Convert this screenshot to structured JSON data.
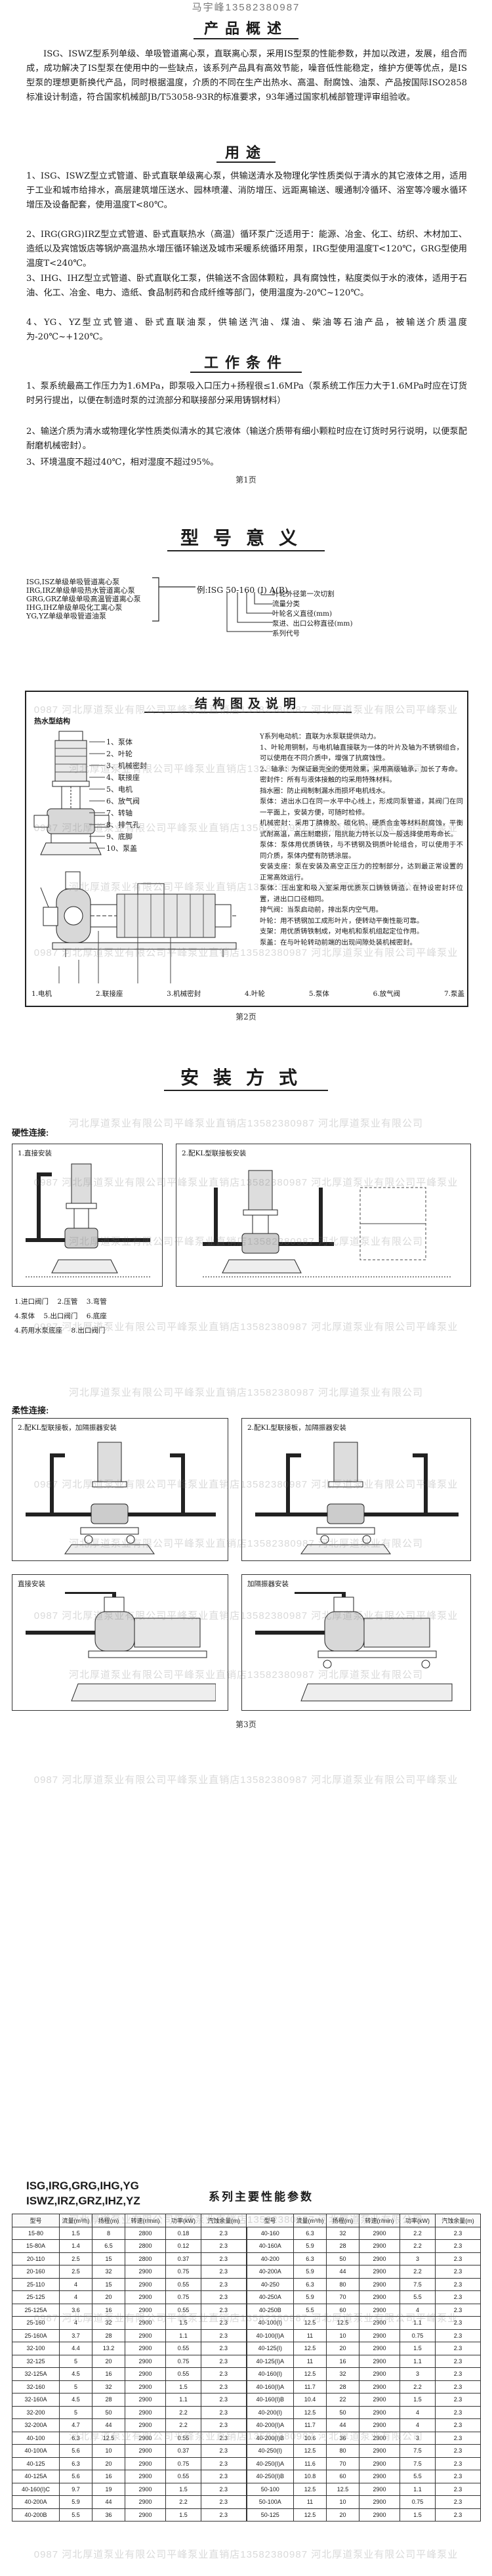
{
  "header_watermark": "马宇峰13582380987",
  "overview": {
    "title": "产品概述",
    "paragraph": "ISG、ISWZ型系列单级、单吸管道离心泵，直联离心泵，采用IS型泵的性能参数，并加以改进，发展，组合而成，成功解决了IS型泵在使用中的一些缺点，该系列产品具有高效节能，噪音低性能稳定，维护方便等优点，是IS型泵的理想更新换代产品，同时根据温度，介质的不同在生产出热水、高温、耐腐蚀、油泵、产品按国际ISO2858标准设计制造，符合国家机械部JB/T53058-93R的标准要求，93年通过国家机械部管理评审组验收。"
  },
  "usage": {
    "title": "用途",
    "items": [
      "1、ISG、ISWZ型立式管道、卧式直联单级离心泵，供输送清水及物理化学性质类似于清水的其它液体之用，适用于工业和城市给排水，高层建筑增压送水、园林喷灌、消防增压、远距离输送、暖通制冷循环、浴室等冷暖水循环增压及设备配套，使用温度T<80℃。",
      "2、IRG(GRG)IRZ型立式管道、卧式直联热水（高温）循环泵广泛适用于：能源、冶金、化工、纺织、木材加工、造纸以及宾馆饭店等锅炉高温热水增压循环输送及城市采暖系统循环用泵，IRG型使用温度T<120℃，GRG型使用温度T<240℃。",
      "3、IHG、IHZ型立式管道、卧式直联化工泵，供输送不含固体颗粒，具有腐蚀性，粘度类似于水的液体，适用于石油、化工、冶金、电力、造纸、食品制药和合成纤维等部门，使用温度为-20℃~120℃。",
      "4、YG、YZ型立式管道、卧式直联油泵，供输送汽油、煤油、柴油等石油产品，被输送介质温度为-20℃~+120℃。"
    ]
  },
  "conditions": {
    "title": "工作条件",
    "items": [
      "1、泵系统最高工作压力为1.6MPa，即泵吸入口压力+扬程很≤1.6MPa（泵系统工作压力大于1.6MPa时应在订货时另行提出，以便在制造时泵的过流部分和联接部分采用铸钢材料）",
      "2、输送介质为清水或物理化学性质类似清水的其它液体（输送介质带有细小颗粒时应在订货时另行说明，以便泵配耐磨机械密封）。",
      "3、环境温度不超过40℃，相对湿度不超过95%。"
    ]
  },
  "page_nums": [
    "第1页",
    "第2页",
    "第3页"
  ],
  "model_meaning": {
    "title": "型号意义",
    "series_lines": [
      "ISG,ISZ单级单吸管道离心泵",
      "IRG,IRZ单级单吸热水管道离心泵",
      "GRG,GRZ单级单吸高温管道离心泵",
      "IHG,IHZ单级单吸化工离心泵",
      "YG,YZ单级单吸管道油泵"
    ],
    "code": "例:ISG  50-160 (I) A(B)",
    "legend": [
      "叶轮外径第一次切割",
      "流量分类",
      "叶轮名义直径(mm)",
      "泵进、出口公称直径(mm)",
      "系列代号"
    ]
  },
  "structure": {
    "title": "结构图及说明",
    "subtitle": "热水型结构",
    "parts": [
      "1、泵体",
      "2、叶轮",
      "3、机械密封",
      "4、联接座",
      "5、电机",
      "6、放气阀",
      "7、转轴",
      "8、排气孔",
      "9、底脚",
      "10、泵盖"
    ],
    "description": [
      "Y系列电动机：直联为水泵联提供动力。",
      "1、叶轮用铜制，与电机轴直接联为一体的叶片及轴为不锈钢组合，可以使用在不同介质中，增强了抗腐蚀性。",
      "2、轴承：为保证最完全的使用效果，采用高级轴承，加长了寿命。",
      "密封件：所有与液体接触的均采用特殊材料。",
      "挡水圈：防止阀制制漏水而损坏电机线水。",
      "泵体：进出水口在同一水平中心线上，形成同泵管道，其阀门在同一平面上，安装方便，可随时检修。",
      "机械密封：采用丁腈橡胶、碳化钨、硬质合金等材料耐腐蚀，平衡式耐高温，高压耐磨损，阻抗能力特长以及一般选择使用寿命长。",
      "泵体：泵体用优质铸铁，与不锈钢及铜质叶轮组合，可以使用于不同介质，泵体内壁有防锈涂层。",
      "安装支座：泵在安装及高空正压力的控制部分，达到最正常设置的正常高效运行。",
      "泵体：压出室和吸入室采用优质灰口铸铁铸造，在特设密封环位置，进出口口径相同。",
      "排气阀：当泵启动前，排出泵内空气用。",
      "叶轮：用不锈钢加工成形叶片，使转动平衡性能可靠。",
      "支架：用优质铸铁制成，对电机和泵机组起定位作用。",
      "泵盖：在与叶轮转动前端的出现间隙处装机械密封。"
    ],
    "bottom_parts": [
      "1.电机",
      "2.联接座",
      "3.机械密封",
      "4.叶轮",
      "5.泵体",
      "6.放气阀",
      "7.泵盖"
    ]
  },
  "installation": {
    "title": "安装方式",
    "rigid_label": "硬性连接:",
    "rigid_caption": "1.直接安装",
    "rigid2_caption": "2.配KL型联接板安装",
    "rigid_legend": [
      "1.进口阀门",
      "2.压管",
      "3.弯管",
      "4.泵体",
      "5.出口阀门",
      "6.底座",
      "4.药用水泵底座",
      "8.出口阀门"
    ],
    "flex_label": "柔性连接:",
    "flex_captions": [
      "2.配KL型联接板，加隔振器安装",
      "2.配KL型联接板，加隔振器安装",
      "直接安装",
      "加隔振器安装"
    ]
  },
  "table": {
    "title_left": "ISG,IRG,GRG,IHG,YG\nISWZ,IRZ,GRZ,IHZ,YZ",
    "title_right": "系列主要性能参数",
    "headers": [
      "型号",
      "流量(m³/h)",
      "扬程(m)",
      "转速(r/min)",
      "功率(kW)",
      "汽蚀余量(m)"
    ],
    "rows": [
      [
        "15-80",
        "1.5",
        "8",
        "2800",
        "0.18",
        "2.3",
        "40-160",
        "6.3",
        "32",
        "2900",
        "2.2",
        "2.3"
      ],
      [
        "15-80A",
        "1.4",
        "6.5",
        "2800",
        "0.12",
        "2.3",
        "40-160A",
        "5.9",
        "28",
        "2900",
        "2.2",
        "2.3"
      ],
      [
        "20-110",
        "2.5",
        "15",
        "2800",
        "0.37",
        "2.3",
        "40-200",
        "6.3",
        "50",
        "2900",
        "3",
        "2.3"
      ],
      [
        "20-160",
        "2.5",
        "32",
        "2900",
        "0.75",
        "2.3",
        "40-200A",
        "5.9",
        "44",
        "2900",
        "2.2",
        "2.3"
      ],
      [
        "25-110",
        "4",
        "15",
        "2900",
        "0.55",
        "2.3",
        "40-250",
        "6.3",
        "80",
        "2900",
        "7.5",
        "2.3"
      ],
      [
        "25-125",
        "4",
        "20",
        "2900",
        "0.75",
        "2.3",
        "40-250A",
        "5.9",
        "70",
        "2900",
        "5.5",
        "2.3"
      ],
      [
        "25-125A",
        "3.6",
        "16",
        "2900",
        "0.55",
        "2.3",
        "40-250B",
        "5.5",
        "60",
        "2900",
        "4",
        "2.3"
      ],
      [
        "25-160",
        "4",
        "32",
        "2900",
        "1.5",
        "2.3",
        "40-100(I)",
        "12.5",
        "12.5",
        "2900",
        "1.1",
        "2.3"
      ],
      [
        "25-160A",
        "3.7",
        "28",
        "2900",
        "1.1",
        "2.3",
        "40-100(I)A",
        "11",
        "10",
        "2900",
        "0.75",
        "2.3"
      ],
      [
        "32-100",
        "4.4",
        "13.2",
        "2900",
        "0.55",
        "2.3",
        "40-125(I)",
        "12.5",
        "20",
        "2900",
        "1.5",
        "2.3"
      ],
      [
        "32-125",
        "5",
        "20",
        "2900",
        "0.75",
        "2.3",
        "40-125(I)A",
        "11",
        "16",
        "2900",
        "1.1",
        "2.3"
      ],
      [
        "32-125A",
        "4.5",
        "16",
        "2900",
        "0.55",
        "2.3",
        "40-160(I)",
        "12.5",
        "32",
        "2900",
        "3",
        "2.3"
      ],
      [
        "32-160",
        "5",
        "32",
        "2900",
        "1.5",
        "2.3",
        "40-160(I)A",
        "11.7",
        "28",
        "2900",
        "2.2",
        "2.3"
      ],
      [
        "32-160A",
        "4.5",
        "28",
        "2900",
        "1.1",
        "2.3",
        "40-160(I)B",
        "10.4",
        "22",
        "2900",
        "1.5",
        "2.3"
      ],
      [
        "32-200",
        "5",
        "50",
        "2900",
        "2.2",
        "2.3",
        "40-200(I)",
        "12.5",
        "50",
        "2900",
        "4",
        "2.3"
      ],
      [
        "32-200A",
        "4.7",
        "44",
        "2900",
        "2.2",
        "2.3",
        "40-200(I)A",
        "11.7",
        "44",
        "2900",
        "4",
        "2.3"
      ],
      [
        "40-100",
        "6.3",
        "12.5",
        "2900",
        "0.55",
        "2.3",
        "40-200(I)B",
        "10.6",
        "36",
        "2900",
        "3",
        "2.3"
      ],
      [
        "40-100A",
        "5.6",
        "10",
        "2900",
        "0.37",
        "2.3",
        "40-250(I)",
        "12.5",
        "80",
        "2900",
        "7.5",
        "2.3"
      ],
      [
        "40-125",
        "6.3",
        "20",
        "2900",
        "0.75",
        "2.3",
        "40-250(I)A",
        "11.6",
        "70",
        "2900",
        "7.5",
        "2.3"
      ],
      [
        "40-125A",
        "5.6",
        "16",
        "2900",
        "0.55",
        "2.3",
        "40-250(I)B",
        "10.8",
        "60",
        "2900",
        "5.5",
        "2.3"
      ],
      [
        "40-160(I)C",
        "9.7",
        "19",
        "2900",
        "1.5",
        "2.3",
        "50-100",
        "12.5",
        "12.5",
        "2900",
        "1.1",
        "2.3"
      ],
      [
        "40-200A",
        "5.9",
        "44",
        "2900",
        "2.2",
        "2.3",
        "50-100A",
        "11",
        "10",
        "2900",
        "0.75",
        "2.3"
      ],
      [
        "40-200B",
        "5.5",
        "36",
        "2900",
        "1.5",
        "2.3",
        "50-125",
        "12.5",
        "20",
        "2900",
        "1.5",
        "2.3"
      ]
    ]
  },
  "watermarks": [
    "0987 河北厚道泵业有限公司平峰泵业直销店13582380987 河北厚道泵业有限公司平峰泵业",
    "河北厚道泵业有限公司平峰泵业直销店13582380987 河北厚道泵业有限公司"
  ]
}
